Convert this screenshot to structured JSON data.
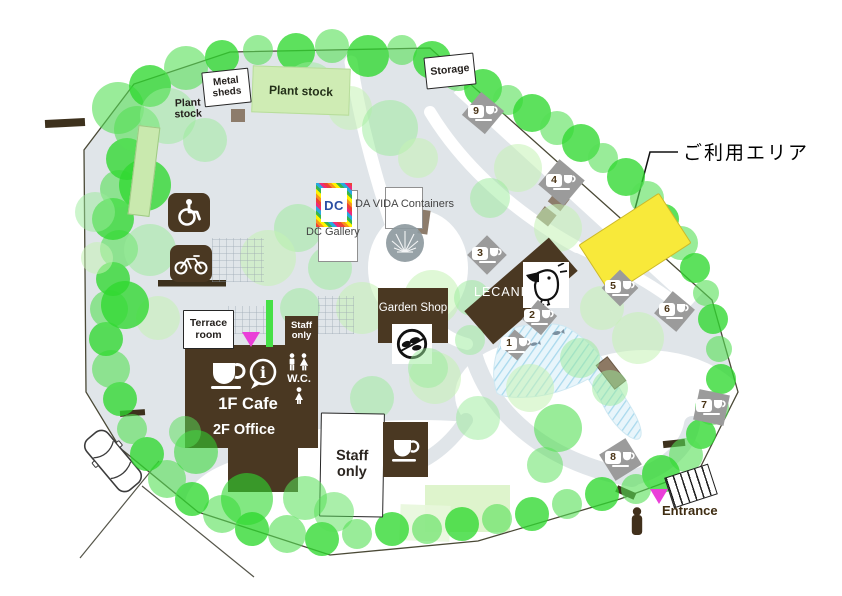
{
  "annotation": {
    "label": "ご利用エリア"
  },
  "facilities": {
    "metal_sheds": {
      "label": "Metal sheds"
    },
    "plant_stock_top": {
      "label": "Plant stock"
    },
    "plant_stock_left": {
      "label": "Plant stock"
    },
    "storage": {
      "label": "Storage"
    },
    "dc_logo": {
      "label": "DC"
    },
    "dc_gallery": {
      "label": "DC Gallery"
    },
    "da_vida": {
      "label": "DA VIDA Containers"
    },
    "garden_shop": {
      "label": "Garden Shop"
    },
    "lecania": {
      "label": "LECANIA"
    },
    "terrace_room": {
      "label": "Terrace room"
    },
    "staff_only_wing": {
      "label": "Staff only"
    },
    "wc": {
      "label": "W.C."
    },
    "cafe": {
      "label": "1F Cafe"
    },
    "office": {
      "label": "2F Office"
    },
    "staff_only_building": {
      "label": "Staff only"
    },
    "entrance": {
      "label": "Entrance"
    }
  },
  "markers": [
    {
      "number": "1"
    },
    {
      "number": "2"
    },
    {
      "number": "3"
    },
    {
      "number": "4"
    },
    {
      "number": "5"
    },
    {
      "number": "6"
    },
    {
      "number": "7"
    },
    {
      "number": "8"
    },
    {
      "number": "9"
    }
  ],
  "icons": [
    "wheelchair-icon",
    "bicycle-icon",
    "coffee-cup-icon",
    "info-icon",
    "restroom-icon",
    "person-icon",
    "fish-icon",
    "bird-logo-icon",
    "leaf-logo-icon",
    "stamp-logo-icon",
    "triangle-marker-icon",
    "car-icon",
    "tree-icon"
  ],
  "colors": {
    "building_brown": "#4a3822",
    "tree_green_bright": "#2fd92f",
    "tree_green_light": "#9aec9a",
    "ground_gray": "#e0e5e9",
    "marker_gray": "#9b9b9b",
    "highlight_yellow": "#f8e93a",
    "accent_magenta": "#ea3fd8",
    "pond_blue": "#a9d9ed",
    "plant_bed_green": "#cfecb4"
  }
}
